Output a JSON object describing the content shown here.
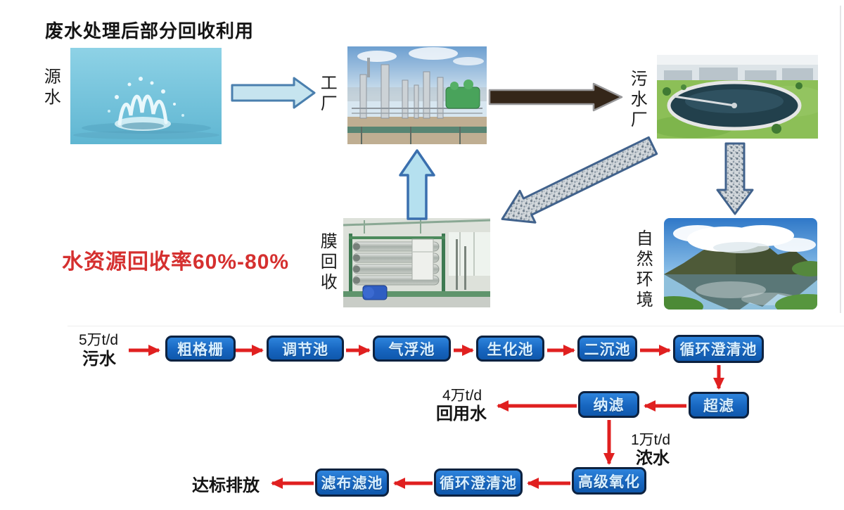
{
  "page": {
    "title": "废水处理后部分回收利用",
    "recovery_note": "水资源回收率60%-80%"
  },
  "top_flow": {
    "source_label": "源水",
    "factory_label": "工厂",
    "sewage_plant_label": "污水厂",
    "nature_label": "自然环境",
    "membrane_label": "膜回收",
    "images": {
      "source": "water-splash-photo",
      "factory": "factory-photo",
      "sewage": "sewage-plant-clarifier-photo",
      "nature": "mountain-lake-photo",
      "membrane": "membrane-equipment-photo"
    }
  },
  "flowchart": {
    "influent": {
      "rate": "5万t/d",
      "label": "污水"
    },
    "boxes": {
      "coarse_screen": "粗格栅",
      "regulating_tank": "调节池",
      "flotation_tank": "气浮池",
      "biochemical_tank": "生化池",
      "secondary_sedimentation": "二沉池",
      "circulating_clarifier_1": "循环澄清池",
      "ultrafiltration": "超滤",
      "nanofiltration": "纳滤",
      "advanced_oxidation": "高级氧化",
      "circulating_clarifier_2": "循环澄清池",
      "cloth_filter": "滤布滤池"
    },
    "reuse_water": {
      "rate": "4万t/d",
      "label": "回用水"
    },
    "concentrate": {
      "rate": "1万t/d",
      "label": "浓水"
    },
    "discharge_label": "达标排放"
  },
  "colors": {
    "node_fill": "#1766c0",
    "node_border": "#0d2240",
    "node_text": "#d8efff",
    "arrow_red": "#e02020",
    "note_red": "#d5302f",
    "light_blue_arrow": "#c6e4ef",
    "dark_arrow": "#342619"
  }
}
